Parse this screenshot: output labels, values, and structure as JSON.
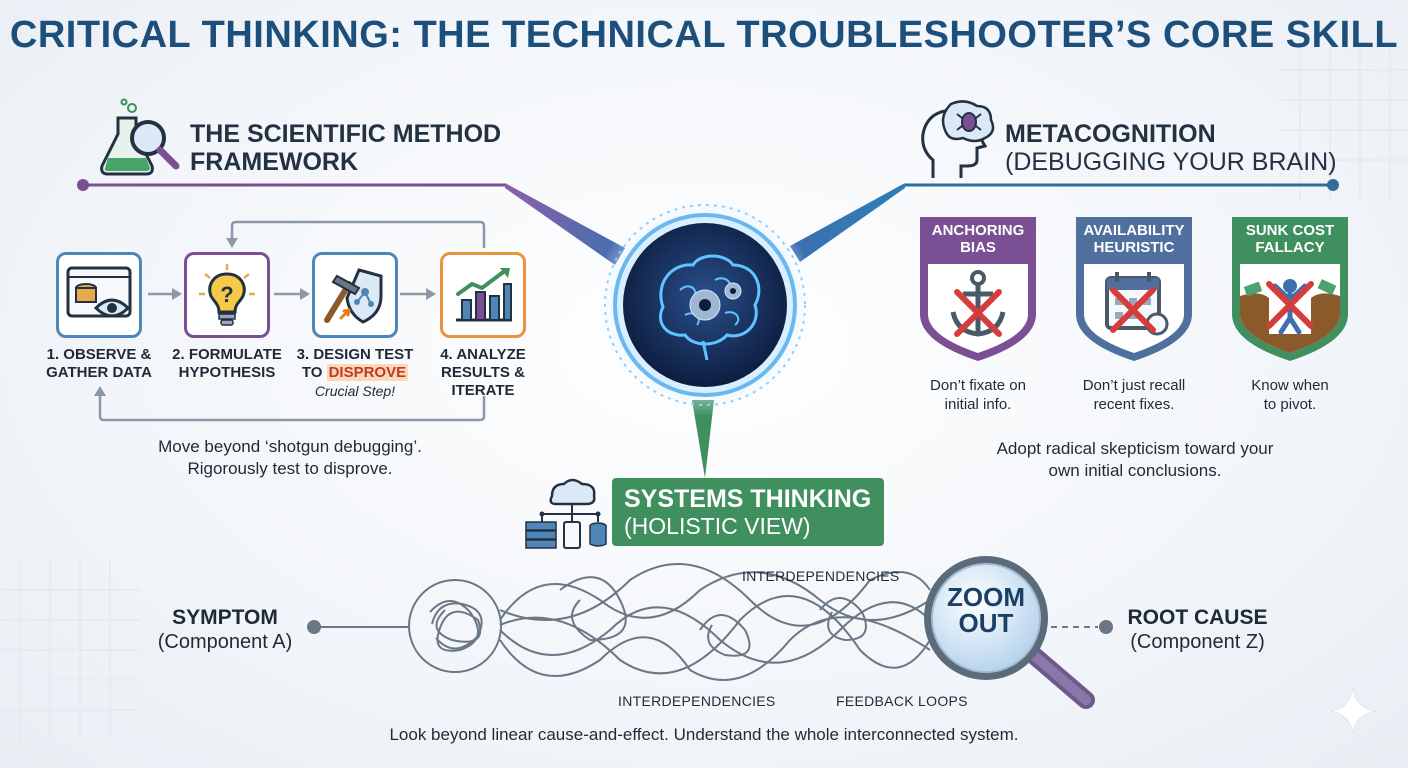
{
  "title": "CRITICAL THINKING: THE TECHNICAL TROUBLESHOOTER’S CORE SKILL",
  "scientific": {
    "title_line1": "THE SCIENTIFIC METHOD",
    "title_line2": "FRAMEWORK",
    "icon": "flask-magnifier-icon",
    "steps": [
      {
        "line1": "1. OBSERVE &",
        "line2": "GATHER DATA",
        "icon": "data-eye-icon"
      },
      {
        "line1": "2. FORMULATE",
        "line2": "HYPOTHESIS",
        "icon": "lightbulb-question-icon"
      },
      {
        "line1": "3. DESIGN TEST",
        "line2_prefix": "TO ",
        "line2_highlight": "DISPROVE",
        "note": "Crucial Step!",
        "icon": "hammer-shield-icon"
      },
      {
        "line1": "4. ANALYZE",
        "line2": "RESULTS &",
        "line3": "ITERATE",
        "icon": "bar-chart-icon"
      }
    ],
    "caption_line1": "Move beyond ‘shotgun debugging’.",
    "caption_line2": "Rigorously test to disprove."
  },
  "metacognition": {
    "title": "METACOGNITION",
    "subtitle": "(DEBUGGING YOUR BRAIN)",
    "icon": "head-bug-icon",
    "biases": [
      {
        "line1": "ANCHORING",
        "line2": "BIAS",
        "desc1": "Don’t fixate on",
        "desc2": "initial info.",
        "color": "#7b4f93",
        "icon": "anchor-crossed-icon"
      },
      {
        "line1": "AVAILABILITY",
        "line2": "HEURISTIC",
        "desc1": "Don’t just recall",
        "desc2": "recent fixes.",
        "color": "#4f6f9f",
        "icon": "calendar-crossed-icon"
      },
      {
        "line1": "SUNK COST",
        "line2": "FALLACY",
        "desc1": "Know when",
        "desc2": "to pivot.",
        "color": "#3f8f5f",
        "icon": "pit-person-crossed-icon"
      }
    ],
    "caption_line1": "Adopt radical skepticism toward your",
    "caption_line2": "own initial conclusions."
  },
  "systems": {
    "title": "SYSTEMS THINKING",
    "subtitle": "(HOLISTIC VIEW)",
    "icon": "cloud-network-icon",
    "symptom_title": "SYMPTOM",
    "symptom_sub": "(Component A)",
    "root_title": "ROOT CAUSE",
    "root_sub": "(Component Z)",
    "tangle_label_top": "INTERDEPENDENCIES",
    "tangle_label_bottom": "INTERDEPENDENCIES",
    "tangle_label_feedback": "FEEDBACK LOOPS",
    "zoom_line1": "ZOOM",
    "zoom_line2": "OUT",
    "caption": "Look beyond linear cause-and-effect. Understand the whole interconnected system."
  },
  "colors": {
    "title": "#1d4f7c",
    "scientific_line": "#7b4f93",
    "metacognition_line": "#2f6e99",
    "systems_line": "#3f8f5f",
    "highlight": "#c0392b"
  }
}
